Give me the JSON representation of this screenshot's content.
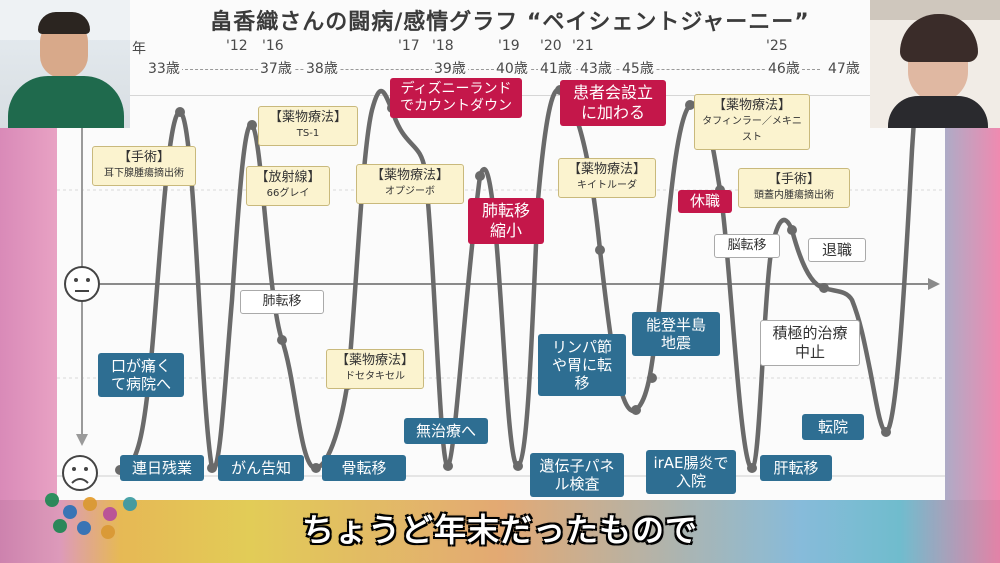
{
  "title": "畠香織さんの闘病/感情グラフ “ペイシェントジャーニー”",
  "years": [
    "年",
    "'12",
    "'16",
    "'17",
    "'18",
    "'19",
    "'20",
    "'21",
    "'25"
  ],
  "ages": [
    "33歳",
    "37歳",
    "38歳",
    "39歳",
    "40歳",
    "41歳",
    "43歳",
    "45歳",
    "46歳",
    "47歳"
  ],
  "labels": {
    "surgery1": {
      "title": "【手術】",
      "sub": "耳下腺腫瘍摘出術"
    },
    "pain": "口が痛くて病院へ",
    "overtime": "連日残業",
    "diagnosis": "がん告知",
    "radiation": {
      "title": "【放射線】",
      "sub": "66グレイ"
    },
    "drug_ts1": {
      "title": "【薬物療法】",
      "sub": "TS-1"
    },
    "lung_meta": "肺転移",
    "drug_doce": {
      "title": "【薬物療法】",
      "sub": "ドセタキセル"
    },
    "bone_meta": "骨転移",
    "drug_opdivo": {
      "title": "【薬物療法】",
      "sub": "オプジーボ"
    },
    "disney": "ディズニーランドでカウントダウン",
    "no_treatment": "無治療へ",
    "lung_shrink": "肺転移縮小",
    "gene_test": "遺伝子パネル検査",
    "patient_assoc": "患者会設立に加わる",
    "drug_keytruda": {
      "title": "【薬物療法】",
      "sub": "キイトルーダ"
    },
    "lymph_meta": "リンパ節や胃に転移",
    "noto": "能登半島地震",
    "drug_tafinlar": {
      "title": "【薬物療法】",
      "sub": "タフィンラー／メキニスト"
    },
    "leave": "休職",
    "irae": "irAE腸炎で入院",
    "brain_meta": "脳転移",
    "surgery2": {
      "title": "【手術】",
      "sub": "頭蓋内腫瘍摘出術"
    },
    "liver_meta": "肝転移",
    "retire": "退職",
    "stop_treatment": "積極的治療中止",
    "transfer": "転院"
  },
  "subtitle": "ちょうど年末だったもので",
  "icons": {
    "neutral": "neutral-face-icon",
    "sad": "sad-face-icon"
  },
  "colors": {
    "blue": "#2e6e92",
    "red": "#c4174a",
    "yellow": "#fbf3cf",
    "curve": "#6a6a6a"
  }
}
